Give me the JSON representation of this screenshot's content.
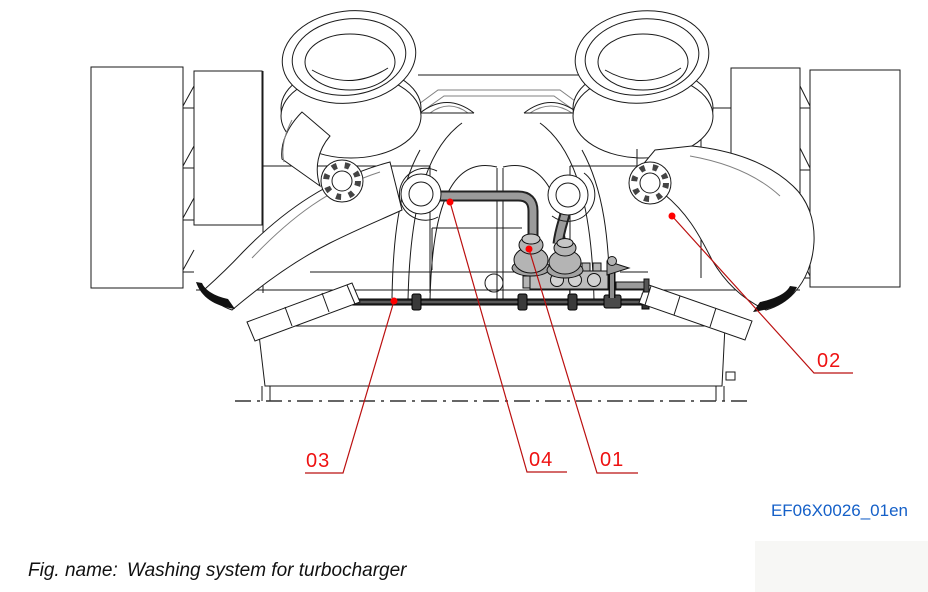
{
  "figure": {
    "caption_label": "Fig. name:",
    "caption_text": "Washing system for turbocharger",
    "reference_code": "EF06X0026_01en",
    "subject": "washing-system-for-turbocharger-line-drawing"
  },
  "callouts": [
    {
      "id": "01",
      "label": "01",
      "points_to": "washing-valve-unit"
    },
    {
      "id": "02",
      "label": "02",
      "points_to": "exhaust-bend-right"
    },
    {
      "id": "03",
      "label": "03",
      "points_to": "supply-rail-pipe"
    },
    {
      "id": "04",
      "label": "04",
      "points_to": "washing-pipe"
    }
  ],
  "colors": {
    "callout_red": "#ee1111",
    "leader_red": "#bb1010",
    "dot_red": "#ff0000",
    "reference_blue": "#1560c8",
    "line_black": "#1a1a1a",
    "pipe_gray": "#9b9b9b",
    "pipe_outline": "#222222",
    "component_gray": "#b4b4b4",
    "rail_dark": "#2b2b2b",
    "background": "#ffffff"
  }
}
